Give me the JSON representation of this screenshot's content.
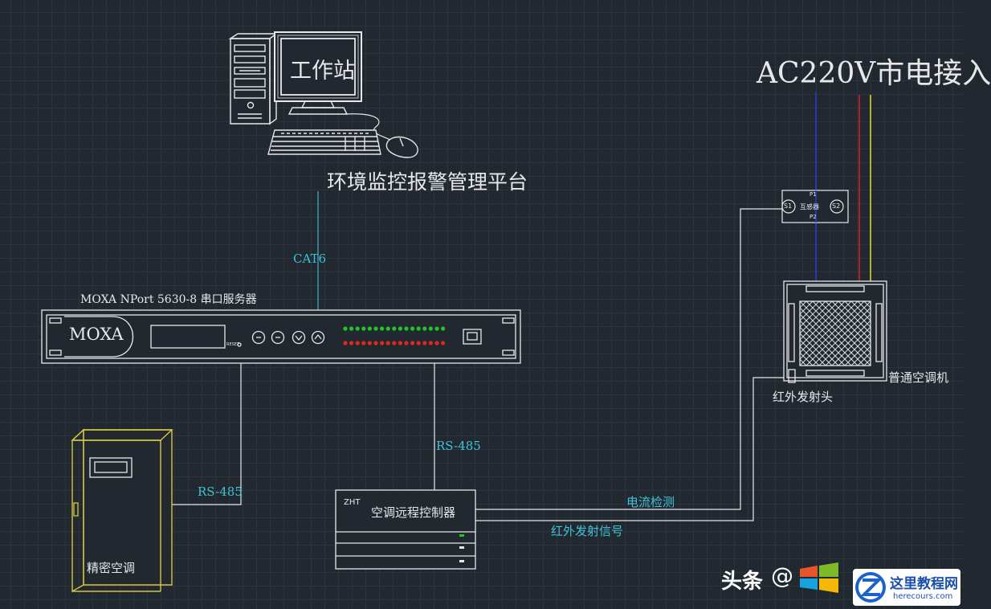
{
  "labels": {
    "workstation": "工作站",
    "platform": "环境监控报警管理平台",
    "cable_cat6": "CAT6",
    "moxa_title": "MOXA NPort 5630-8 串口服务器",
    "moxa_brand": "MOXA",
    "moxa_reset": "RESET",
    "ac_power": "AC220V市电接入",
    "rs485_left": "RS-485",
    "rs485_mid": "RS-485",
    "precision_ac": "精密空调",
    "controller_tag": "ZHT",
    "controller": "空调远程控制器",
    "current_detect": "电流检测",
    "ir_signal": "红外发射信号",
    "ir_emitter": "红外发射头",
    "normal_ac": "普通空调机",
    "ct_s1": "S1",
    "ct_s2": "S2",
    "ct_p1": "P1",
    "ct_p2": "P2",
    "ct_name": "互感器"
  },
  "watermark": {
    "toutiao": "头条",
    "at": "@",
    "site_cn": "这里教程网",
    "site_en": "herecours.com"
  },
  "colors": {
    "background": "#212830",
    "line_white": "#e8e8e8",
    "line_cyan": "#3fb6c8",
    "label_cyan": "#3fc3d6",
    "wire_blue": "#2a3ad8",
    "wire_red": "#d42020",
    "wire_yellow": "#e0d020",
    "led_green": "#23c32a",
    "led_red": "#e0281e"
  }
}
